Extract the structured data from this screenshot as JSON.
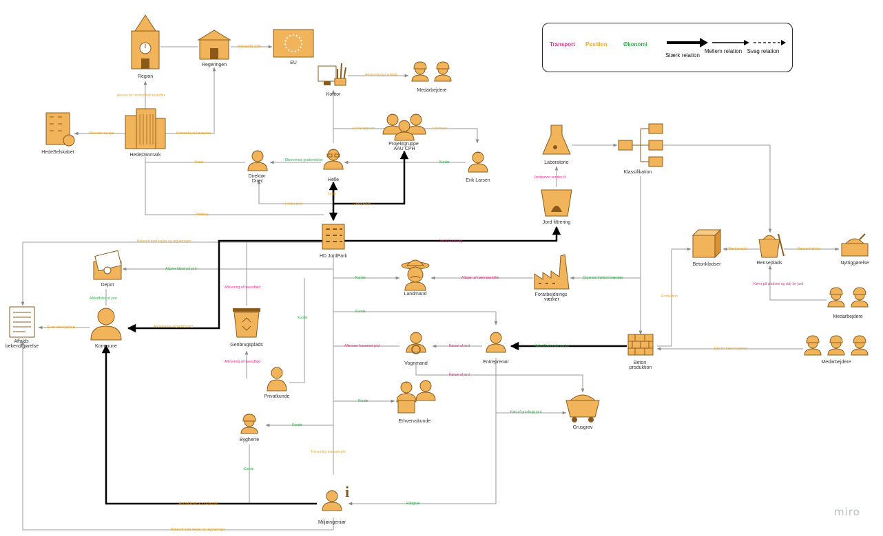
{
  "legend": {
    "transport": "Transport",
    "position": "Position",
    "okonomi": "Økonomi",
    "strong": "Stærk relation",
    "medium": "Mellem relation",
    "weak": "Svag relation"
  },
  "watermark": "miro",
  "colors": {
    "node": "#f2b45a",
    "node_dark": "#8a5a1a",
    "transport": "#e0338a",
    "position": "#f2a81e",
    "okonomi": "#33b34a",
    "line": "#9a9a9a",
    "strong_line": "#000000"
  },
  "nodes": {
    "region": "Region",
    "regeringen": "Regeringen",
    "eu": "EU",
    "kontor": "Kontor",
    "medarbejdere_top": "Medarbejdere",
    "hedeselskabet": "HedeSelskabet",
    "hededanmark": "HedeDanmark",
    "direktor": "Direktør Direc",
    "helle": "Helle",
    "projektgruppe": "Projektgruppe AAU CPH",
    "erik": "Erik Larsen",
    "laboratorie": "Laboratorie",
    "jordfiltering": "Jord filtrering",
    "klassifikation": "Klassifikation",
    "hdjordpark": "HD JordPark",
    "depot": "Depot",
    "landmand": "Landmand",
    "forarbejdning": "Forarbejdnings værker",
    "betonklodser": "Betonklodser",
    "renseplads": "Renseplads",
    "nyttiggorelse": "Nyttiggørelse",
    "medarbejdere_mid": "Medarbejdere",
    "affald": "Affalds bekendtgørelse",
    "kommune": "Kommune",
    "genbrugsplads": "Genbrugsplads",
    "vognmand": "Vognmand",
    "entreprenor": "Entreprenør",
    "betonproduktion": "Beton produktion",
    "medarbejdere_bot": "Medarbejdere",
    "privatkunde": "Privatkunde",
    "erhvervskunde": "Erhvervskunde",
    "grusgrav": "Grusgrav",
    "bygherre": "Bygherre",
    "miljoingenior": "Miljøingeniør"
  },
  "edges": {
    "e_klimamal2025": "Klimamål 2025",
    "e_ansvar": "Ansvar for fremstillede råstoffer",
    "e_okonomi_ejer": "Økonomi og ejer",
    "e_klimamal_landsplan": "Klimamål på landsplan",
    "e_adm": "Administrativt arbejde",
    "e_kontaktperson": "Kontaktperson",
    "e_informant": "Informant",
    "e_okonomisk": "Økonomisk godkendelse",
    "e_kunde_erik": "Kunde",
    "e_ansat": "Ansat",
    "e_helles_chef": "Helles chef",
    "e_samarbejde": "Samarbejde",
    "e_leder": "Leder",
    "e_afdeling": "Afdeling",
    "e_jordprover": "Jordprøver sendes til",
    "e_bekendt_top": "Bekendt med regler og reguleringer",
    "e_jord_til_katering": "Jord til katering",
    "e_afgiver": "Afgiver tilbud på jord",
    "e_kunde_landmand": "Kunde",
    "e_afsager": "Aftager af næringsstoffer",
    "e_organisk": "Organisk fraktion brændes",
    "e_restprodukt": "Restprodukt",
    "e_renset": "Renset fraktion",
    "e_korer": "Kører på pladsen og står for jord",
    "e_afskaffelse": "Afskaffelse af jord",
    "e_giver_retningslinjer": "Giver retningslinjer",
    "e_aflevering_top": "Aflevering af haveaffald",
    "e_kunde_privat": "Kunde",
    "e_anmeldelse_top": "Anmeldelse af jordflytning",
    "e_kunde_entreprenor": "Kunde",
    "e_afleverer": "Afleverer forurenet jord",
    "e_korsel": "Kørsel af jord",
    "e_kob_beton": "Køb af betonelementer",
    "e_produktion": "Produktion",
    "e_star_beton": "Står for betonmateriel",
    "e_aflevering_bot": "Aflevering af haveaffald",
    "e_korsel2": "Kørsel af jord",
    "e_kunde_erhverv": "Kunde",
    "e_kob_grus": "Køb af grusfrugt jord",
    "e_kunde_bygherre": "Kunde",
    "e_personligt": "Personligt samarbejde",
    "e_kunde_miljo": "Kunde",
    "e_anmeldelse_bot": "Anmeldelse af jordflytning",
    "e_radgiver": "Rådgiver",
    "e_bekendt_bot": "Bekendt med regler og reguleringer"
  }
}
